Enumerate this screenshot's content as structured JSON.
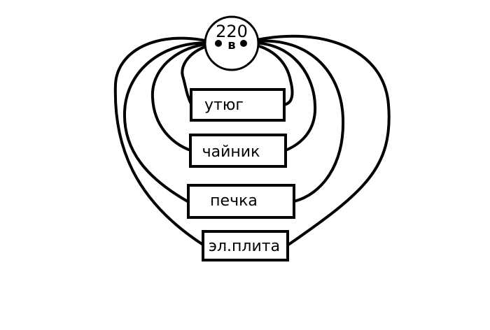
{
  "source": {
    "voltage": "220",
    "unit": "в"
  },
  "appliances": [
    {
      "label": "утюг"
    },
    {
      "label": "чайник"
    },
    {
      "label": "печка"
    },
    {
      "label": "эл.плита"
    }
  ]
}
